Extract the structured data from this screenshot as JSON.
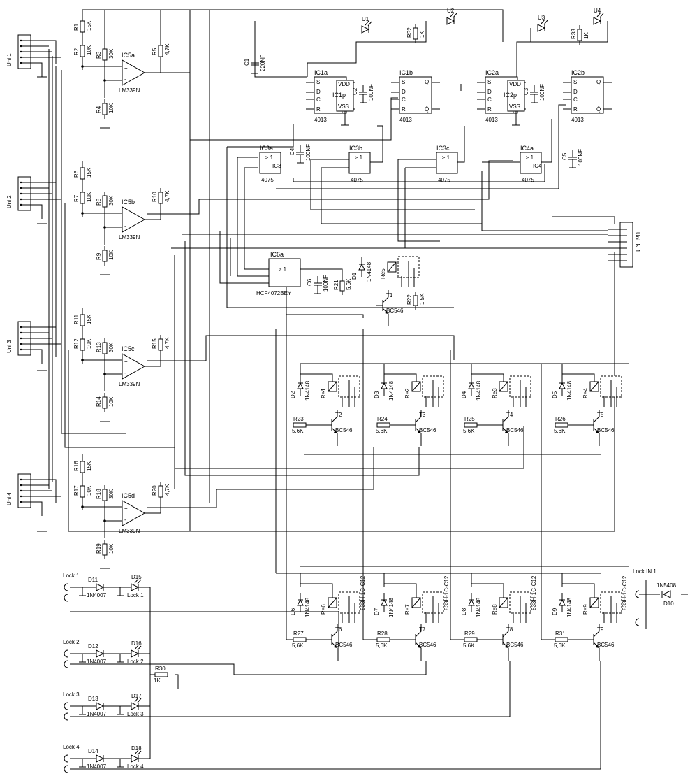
{
  "unit_connectors": [
    {
      "id": "uni1",
      "label": "Uni 1"
    },
    {
      "id": "uni2",
      "label": "Uni 2"
    },
    {
      "id": "uni3",
      "label": "Uni 3"
    },
    {
      "id": "uni4",
      "label": "Uni 4"
    }
  ],
  "comparators": [
    {
      "id": "ic5a",
      "label": "IC5a",
      "part": "LM339N"
    },
    {
      "id": "ic5b",
      "label": "IC5b",
      "part": "LM339N"
    },
    {
      "id": "ic5c",
      "label": "IC5c",
      "part": "LM339N"
    },
    {
      "id": "ic5d",
      "label": "IC5d",
      "part": "LM339N"
    }
  ],
  "comparator_resistors": [
    [
      {
        "name": "R1",
        "value": "15K"
      },
      {
        "name": "R2",
        "value": "10K"
      },
      {
        "name": "R3",
        "value": "30K"
      },
      {
        "name": "R4",
        "value": "10K"
      },
      {
        "name": "R5",
        "value": "4,7K"
      }
    ],
    [
      {
        "name": "R6",
        "value": "15K"
      },
      {
        "name": "R7",
        "value": "10K"
      },
      {
        "name": "R8",
        "value": "30K"
      },
      {
        "name": "R9",
        "value": "10K"
      },
      {
        "name": "R10",
        "value": "4,7K"
      }
    ],
    [
      {
        "name": "R11",
        "value": "15K"
      },
      {
        "name": "R12",
        "value": "10K"
      },
      {
        "name": "R13",
        "value": "30K"
      },
      {
        "name": "R14",
        "value": "10K"
      },
      {
        "name": "R15",
        "value": "4,7K"
      }
    ],
    [
      {
        "name": "R16",
        "value": "15K"
      },
      {
        "name": "R17",
        "value": "10K"
      },
      {
        "name": "R18",
        "value": "30K"
      },
      {
        "name": "R19",
        "value": "10K"
      },
      {
        "name": "R20",
        "value": "4,7K"
      }
    ]
  ],
  "flipflops": [
    {
      "id": "ic1a",
      "label": "IC1a",
      "part": "4013",
      "pins": [
        "S",
        "D",
        "C",
        "R",
        "Q",
        "Q̄"
      ]
    },
    {
      "id": "ic1b",
      "label": "IC1b",
      "part": "4013",
      "pins": [
        "S",
        "D",
        "C",
        "R",
        "Q",
        "Q̄"
      ]
    },
    {
      "id": "ic2a",
      "label": "IC2a",
      "part": "4013",
      "pins": [
        "S",
        "D",
        "C",
        "R",
        "Q",
        "Q̄"
      ]
    },
    {
      "id": "ic2b",
      "label": "IC2b",
      "part": "4013",
      "pins": [
        "S",
        "D",
        "C",
        "R",
        "Q",
        "Q̄"
      ]
    }
  ],
  "power_units": [
    {
      "id": "ic1p",
      "label": "IC1p",
      "vdd": "VDD",
      "vss": "VSS"
    },
    {
      "id": "ic2p",
      "label": "IC2p",
      "vdd": "VDD",
      "vss": "VSS"
    }
  ],
  "or_gates": [
    {
      "id": "ic3a",
      "label": "IC3a",
      "inner": "IC3",
      "part": "4075",
      "sym": "≥ 1"
    },
    {
      "id": "ic3b",
      "label": "IC3b",
      "inner": "",
      "part": "4075",
      "sym": "≥ 1"
    },
    {
      "id": "ic3c",
      "label": "IC3c",
      "inner": "",
      "part": "4075",
      "sym": "≥ 1"
    },
    {
      "id": "ic4a",
      "label": "IC4a",
      "inner": "IC4",
      "part": "4075",
      "sym": "≥ 1"
    }
  ],
  "ic6": {
    "label": "IC6a",
    "part": "HCF4072BEY",
    "sym": "≥ 1"
  },
  "capacitors": [
    {
      "name": "C1",
      "value": "220NF"
    },
    {
      "name": "C2",
      "value": "100NF"
    },
    {
      "name": "C3",
      "value": "100NF"
    },
    {
      "name": "C4",
      "value": "100NF"
    },
    {
      "name": "C5",
      "value": "100NF"
    },
    {
      "name": "C6",
      "value": "100NF"
    }
  ],
  "optos": [
    {
      "name": "U1"
    },
    {
      "name": "U2"
    },
    {
      "name": "U3"
    },
    {
      "name": "U4"
    }
  ],
  "opto_resistors": [
    {
      "name": "R32",
      "value": "1K"
    },
    {
      "name": "R33",
      "value": "1K"
    }
  ],
  "re5_circuit": {
    "relay": "Re5",
    "diode": "D1",
    "diode_part": "1N4148",
    "transistor": "T1",
    "transistor_part": "BC546",
    "r_base": {
      "name": "R21",
      "value": "5,6K"
    },
    "r_other": {
      "name": "R22",
      "value": "1,5K"
    }
  },
  "uni_in": {
    "label": "Uni IN 1"
  },
  "relay_row1": [
    {
      "relay": "Re1",
      "diode": "D2",
      "diode_part": "1N4148",
      "res": "R23",
      "res_value": "5,6K",
      "transistor": "T2",
      "transistor_part": "BC546"
    },
    {
      "relay": "Re2",
      "diode": "D3",
      "diode_part": "1N4148",
      "res": "R24",
      "res_value": "5,6K",
      "transistor": "T3",
      "transistor_part": "BC546"
    },
    {
      "relay": "Re3",
      "diode": "D4",
      "diode_part": "1N4148",
      "res": "R25",
      "res_value": "5,6K",
      "transistor": "T4",
      "transistor_part": "BC546"
    },
    {
      "relay": "Re4",
      "diode": "D5",
      "diode_part": "1N4148",
      "res": "R26",
      "res_value": "5,6K",
      "transistor": "T5",
      "transistor_part": "BC546"
    }
  ],
  "relay_row2": [
    {
      "relay": "Re6",
      "diode": "D6",
      "diode_part": "1N4148",
      "relay_part": "833H-1C-C12",
      "res": "R27",
      "res_value": "5,6K",
      "transistor": "T6",
      "transistor_part": "BC546"
    },
    {
      "relay": "Re7",
      "diode": "D7",
      "diode_part": "1N4148",
      "relay_part": "833H-1C-C12",
      "res": "R28",
      "res_value": "5,6K",
      "transistor": "T7",
      "transistor_part": "BC546"
    },
    {
      "relay": "Re8",
      "diode": "D8",
      "diode_part": "1N4148",
      "relay_part": "833H-1C-C12",
      "res": "R29",
      "res_value": "5,6K",
      "transistor": "T8",
      "transistor_part": "BC546"
    },
    {
      "relay": "Re9",
      "diode": "D9",
      "diode_part": "1N4148",
      "relay_part": "833H-1C-C12",
      "res": "R31",
      "res_value": "5,6K",
      "transistor": "T9",
      "transistor_part": "BC546"
    }
  ],
  "locks": [
    {
      "name": "Lock 1",
      "diode": "D11",
      "diode_part": "1N4007",
      "led": "D15",
      "led_label": "Lock 1"
    },
    {
      "name": "Lock 2",
      "diode": "D12",
      "diode_part": "1N4007",
      "led": "D16",
      "led_label": "Lock 2"
    },
    {
      "name": "Lock 3",
      "diode": "D13",
      "diode_part": "1N4007",
      "led": "D17",
      "led_label": "Lock 3"
    },
    {
      "name": "Lock 4",
      "diode": "D14",
      "diode_part": "1N4007",
      "led": "D18",
      "led_label": "Lock 4"
    }
  ],
  "r30": {
    "name": "R30",
    "value": "1K"
  },
  "lock_in": {
    "label": "Lock IN 1",
    "diode": "D10",
    "diode_part": "1N5408"
  }
}
